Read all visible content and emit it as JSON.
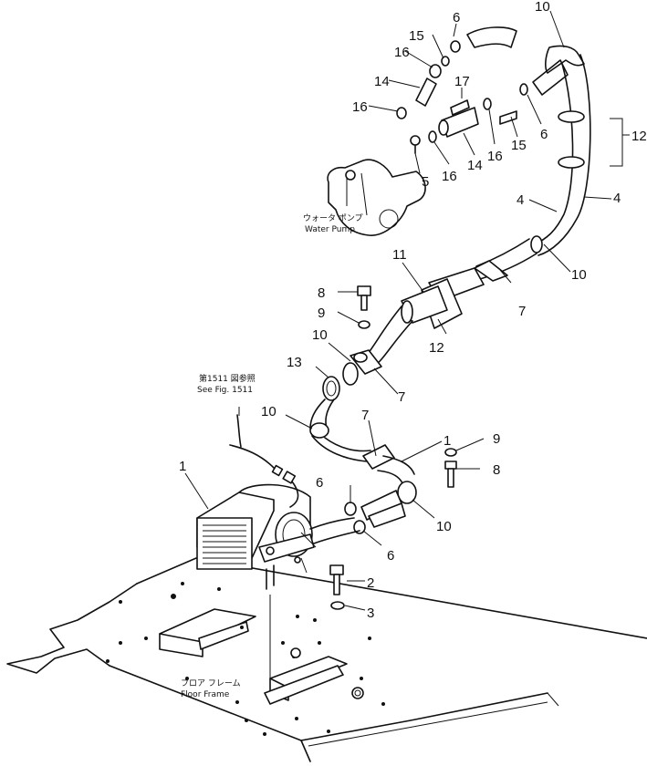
{
  "callouts": {
    "c1a": "1",
    "c1b": "1",
    "c2": "2",
    "c3": "3",
    "c4a": "4",
    "c4b": "4",
    "c5": "5",
    "c6a": "6",
    "c6b": "6",
    "c6c": "6",
    "c6d": "6",
    "c7a": "7",
    "c7b": "7",
    "c7c": "7",
    "c8a": "8",
    "c8b": "8",
    "c9a": "9",
    "c9b": "9",
    "c10a": "10",
    "c10b": "10",
    "c10c": "10",
    "c10d": "10",
    "c10e": "10",
    "c11": "11",
    "c12a": "12",
    "c12b": "12",
    "c13": "13",
    "c14a": "14",
    "c14b": "14",
    "c15a": "15",
    "c15b": "15",
    "c16a": "16",
    "c16b": "16",
    "c16c": "16",
    "c16d": "16",
    "c17": "17"
  },
  "labels": {
    "water_pump_jp": "ウォータ ポンプ",
    "water_pump_en": "Water Pump",
    "see_fig_jp": "第1511 図参照",
    "see_fig_en": "See Fig. 1511",
    "floor_frame_jp": "フロア フレーム",
    "floor_frame_en": "Floor Frame"
  }
}
